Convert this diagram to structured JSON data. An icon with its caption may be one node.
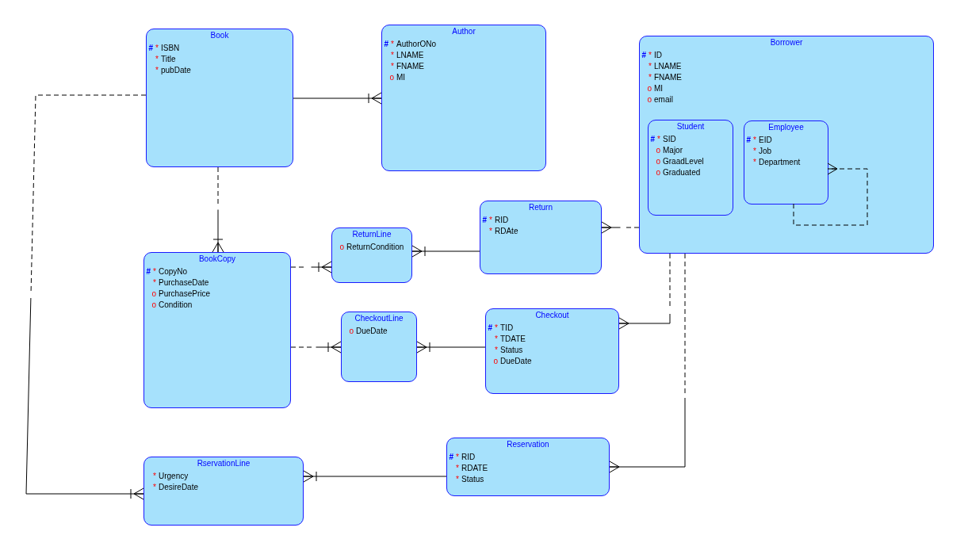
{
  "diagram": {
    "nodes": [
      {
        "text": [
          "Book",
          "# * ISBN",
          "* Title",
          "* pubDate"
        ]
      },
      {
        "text": [
          "Author",
          "# * AuthorONo",
          "* LNAME",
          "* FNAME",
          "o MI"
        ]
      },
      {
        "text": [
          "Borrower",
          "# * ID",
          "* LNAME",
          "* FNAME",
          "o MI",
          "o email"
        ]
      },
      {
        "text": [
          "Student",
          "# * SID",
          "o Major",
          "o GraadLevel",
          "o Graduated"
        ],
        "in": 2
      },
      {
        "text": [
          "Employee",
          "# * EID",
          "* Job",
          "* Department"
        ],
        "in": 2
      },
      {
        "text": [
          "Return",
          "# * RID",
          "* RDAte"
        ]
      },
      {
        "text": [
          "ReturnLine",
          "o ReturnCondition"
        ]
      },
      {
        "text": [
          "BookCopy",
          "# * CopyNo",
          "* PurchaseDate",
          "o PurchasePrice",
          "o Condition"
        ]
      },
      {
        "text": [
          "CheckoutLine",
          "o DueDate"
        ]
      },
      {
        "text": [
          "Checkout",
          "# * TID",
          "* TDATE",
          "* Status",
          "o DueDate"
        ]
      },
      {
        "text": [
          "Reservation",
          "# * RID",
          "* RDATE",
          "* Status"
        ]
      },
      {
        "text": [
          "RservationLine",
          "* Urgency",
          "* DesireDate"
        ]
      }
    ],
    "edges": [
      {
        "from": 0,
        "to": 1,
        "arrow": "other"
      },
      {
        "from": 0,
        "to": 7,
        "arrow": "other",
        "style": "dashed"
      },
      {
        "from": 5,
        "to": 6,
        "arrow": "other"
      },
      {
        "from": 7,
        "to": 6,
        "arrow": "other",
        "style": "dashed"
      },
      {
        "from": 2,
        "to": 5,
        "arrow": "other",
        "style": "dashed"
      },
      {
        "from": 4,
        "to": 4,
        "arrow": "other",
        "style": "dashed"
      },
      {
        "from": 7,
        "to": 8,
        "arrow": "other",
        "style": "dashed"
      },
      {
        "from": 9,
        "to": 8,
        "arrow": "other"
      },
      {
        "from": 2,
        "to": 9,
        "arrow": "other",
        "style": "dashed"
      },
      {
        "from": 2,
        "to": 10,
        "arrow": "other",
        "style": "dashed"
      },
      {
        "from": 10,
        "to": 11,
        "arrow": "other"
      },
      {
        "from": 0,
        "to": 11,
        "arrow": "other",
        "style": "dashed"
      }
    ]
  }
}
